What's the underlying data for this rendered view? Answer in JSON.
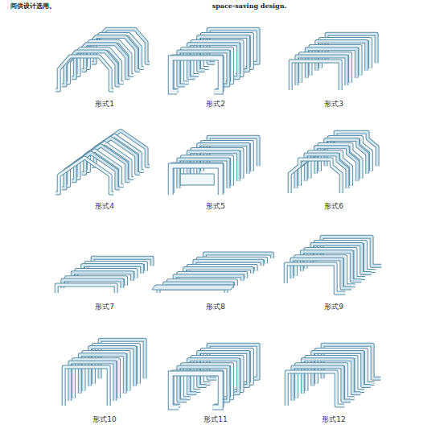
{
  "diagram": {
    "labels": [
      "间供设计选用。",
      "space-saving design.",
      "形式1",
      "形式2",
      "形式3",
      "形式4",
      "形式5",
      "形式6",
      "形式7",
      "形式8",
      "形式9",
      "形式10",
      "形式11",
      "形式12"
    ]
  }
}
